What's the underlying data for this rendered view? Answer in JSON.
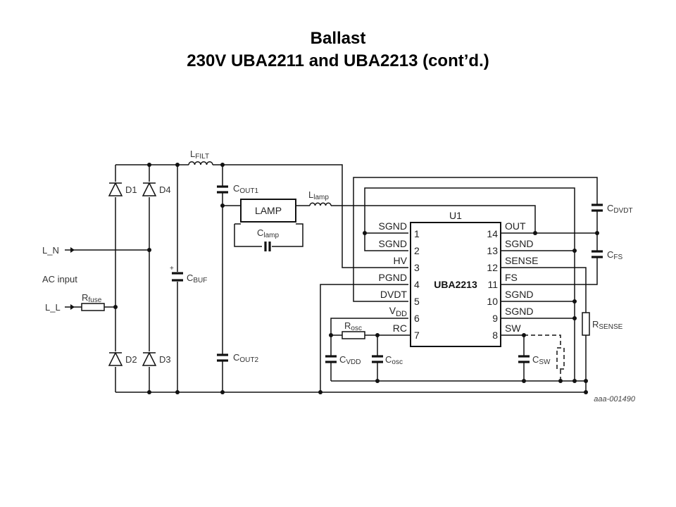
{
  "slide": {
    "title_line1": "Ballast",
    "title_line2": "230V UBA2211 and UBA2213 (cont’d.)"
  },
  "schematic": {
    "ic": {
      "ref": "U1",
      "part": "UBA2213",
      "left_pins": [
        {
          "num": "1",
          "name": "SGND"
        },
        {
          "num": "2",
          "name": "SGND"
        },
        {
          "num": "3",
          "name": "HV"
        },
        {
          "num": "4",
          "name": "PGND"
        },
        {
          "num": "5",
          "name": "DVDT"
        },
        {
          "num": "6",
          "name": "V",
          "sub": "DD"
        },
        {
          "num": "7",
          "name": "RC"
        }
      ],
      "right_pins": [
        {
          "num": "14",
          "name": "OUT"
        },
        {
          "num": "13",
          "name": "SGND"
        },
        {
          "num": "12",
          "name": "SENSE"
        },
        {
          "num": "11",
          "name": "FS"
        },
        {
          "num": "10",
          "name": "SGND"
        },
        {
          "num": "9",
          "name": "SGND"
        },
        {
          "num": "8",
          "name": "SW"
        }
      ]
    },
    "inputs": {
      "l_n": "L_N",
      "l_l": "L_L",
      "ac_input": "AC input"
    },
    "components": {
      "d1": "D1",
      "d2": "D2",
      "d3": "D3",
      "d4": "D4",
      "lfilt": {
        "main": "L",
        "sub": "FILT"
      },
      "rfuse": {
        "main": "R",
        "sub": "fuse"
      },
      "cbuf": {
        "main": "C",
        "sub": "BUF",
        "polarity": "+"
      },
      "cout1": {
        "main": "C",
        "sub": "OUT1"
      },
      "cout2": {
        "main": "C",
        "sub": "OUT2"
      },
      "lamp": "LAMP",
      "clamp": {
        "main": "C",
        "sub": "lamp"
      },
      "llamp": {
        "main": "L",
        "sub": "lamp"
      },
      "cdvdt": {
        "main": "C",
        "sub": "DVDT"
      },
      "cfs": {
        "main": "C",
        "sub": "FS"
      },
      "rsense": {
        "main": "R",
        "sub": "SENSE"
      },
      "rosc": {
        "main": "R",
        "sub": "osc"
      },
      "cvdd": {
        "main": "C",
        "sub": "VDD"
      },
      "cosc": {
        "main": "C",
        "sub": "osc"
      },
      "csw": {
        "main": "C",
        "sub": "SW"
      }
    },
    "figure_ref": "aaa-001490"
  }
}
